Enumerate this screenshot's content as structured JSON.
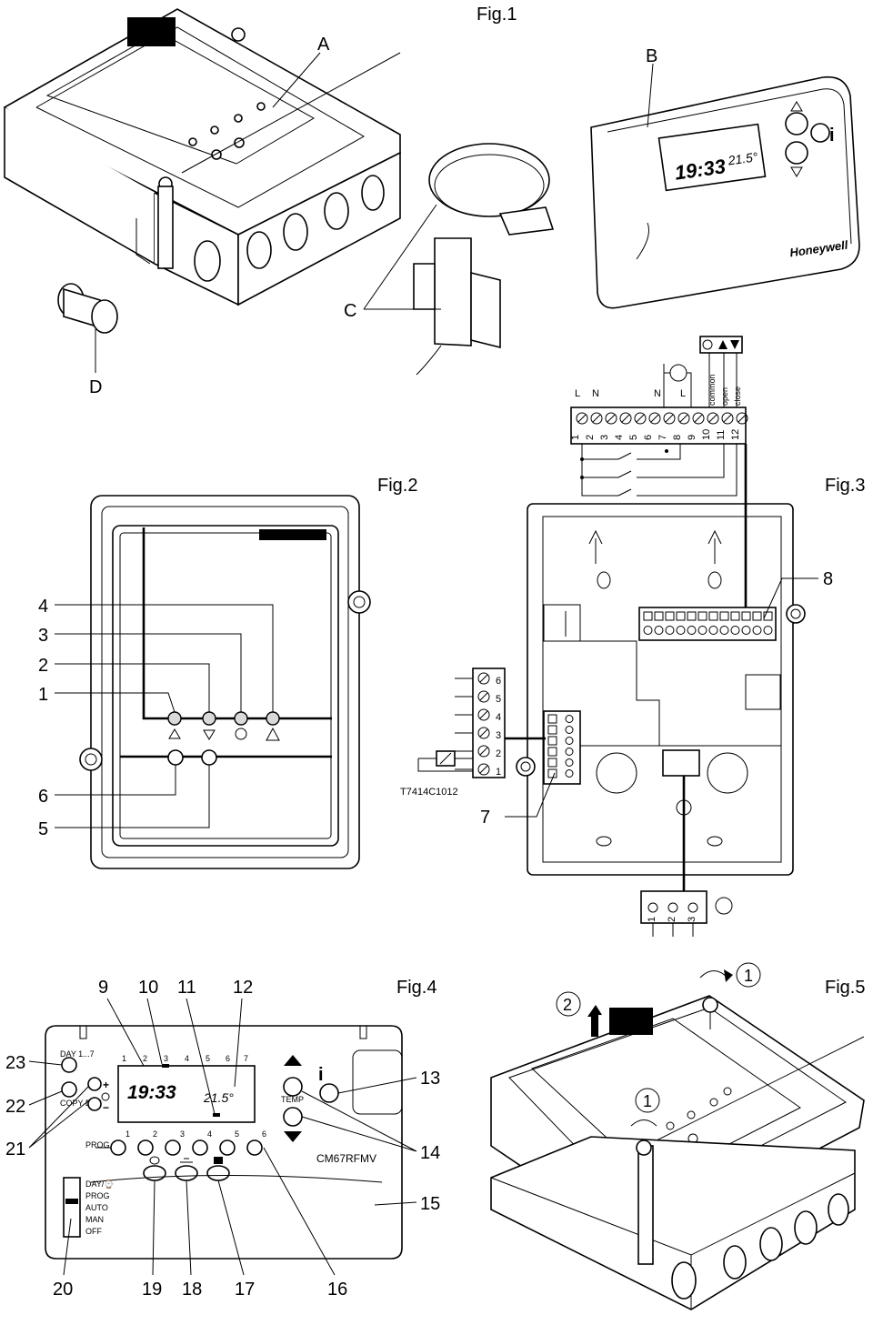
{
  "figures": {
    "fig1": {
      "title": "Fig.1",
      "labels": {
        "a": "A",
        "b": "B",
        "c": "C",
        "d": "D"
      },
      "thermostat": {
        "time": "19:33",
        "temp": "21.5°",
        "brand": "Honeywell"
      }
    },
    "fig2": {
      "title": "Fig.2",
      "callouts": [
        "1",
        "2",
        "3",
        "4",
        "5",
        "6"
      ]
    },
    "fig3": {
      "title": "Fig.3",
      "supply_labels": {
        "l": "L",
        "n": "N"
      },
      "pump_labels": {
        "n": "N",
        "l": "L"
      },
      "valve_labels": [
        "common",
        "open",
        "close"
      ],
      "terminals": [
        "1",
        "2",
        "3",
        "4",
        "5",
        "6",
        "7",
        "8",
        "9",
        "10",
        "11",
        "12"
      ],
      "sensor_terminals": [
        "6",
        "5",
        "4",
        "3",
        "2",
        "1"
      ],
      "sensor_model": "T7414C1012",
      "earth_terminals": [
        "1",
        "2",
        "3"
      ],
      "callouts": {
        "c7": "7",
        "c8": "8"
      }
    },
    "fig4": {
      "title": "Fig.4",
      "model": "CM67RFMV",
      "time": "19:33",
      "temp": "21.5°",
      "day_button": "DAY 1...7",
      "copy_day": "COPY DAY",
      "temp_button": "TEMP",
      "prog_label": "PROG",
      "day_numbers": [
        "1",
        "2",
        "3",
        "4",
        "5",
        "6",
        "7"
      ],
      "prog_numbers": [
        "1",
        "2",
        "3",
        "4",
        "5",
        "6"
      ],
      "switch_positions": [
        "DAY/⌚",
        "PROG",
        "AUTO",
        "MAN",
        "OFF"
      ],
      "callouts_top": [
        "9",
        "10",
        "11",
        "12"
      ],
      "callouts_left": [
        "23",
        "22",
        "21"
      ],
      "callouts_right": [
        "13",
        "14",
        "15"
      ],
      "callouts_bottom": [
        "20",
        "19",
        "18",
        "17",
        "16"
      ]
    },
    "fig5": {
      "title": "Fig.5",
      "steps": {
        "s1": "1",
        "s2": "2"
      }
    }
  }
}
